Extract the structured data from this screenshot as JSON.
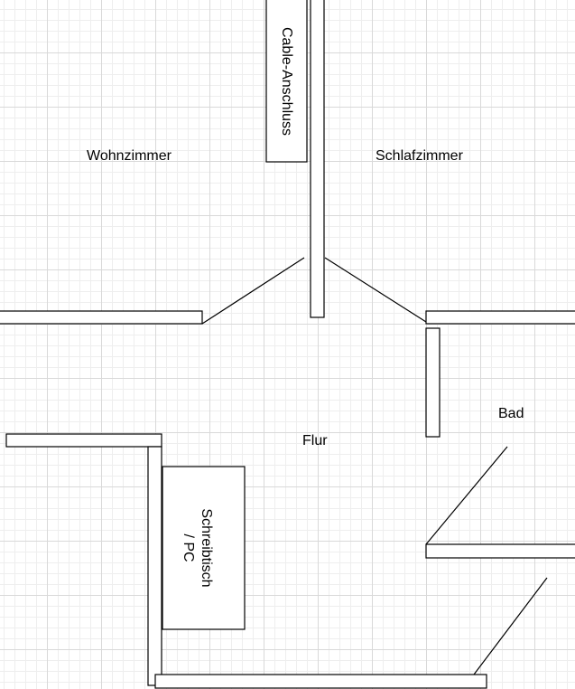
{
  "rooms": {
    "wohnzimmer": "Wohnzimmer",
    "schlafzimmer": "Schlafzimmer",
    "bad": "Bad",
    "flur": "Flur"
  },
  "furniture": {
    "cable": "Cable-Anschluss",
    "desk_line1": "Schreibtisch",
    "desk_line2": "/ PC"
  },
  "colors": {
    "stroke": "#000000",
    "grid_major": "#d9d9d9",
    "grid_minor": "#eeeeee",
    "background": "#ffffff"
  }
}
